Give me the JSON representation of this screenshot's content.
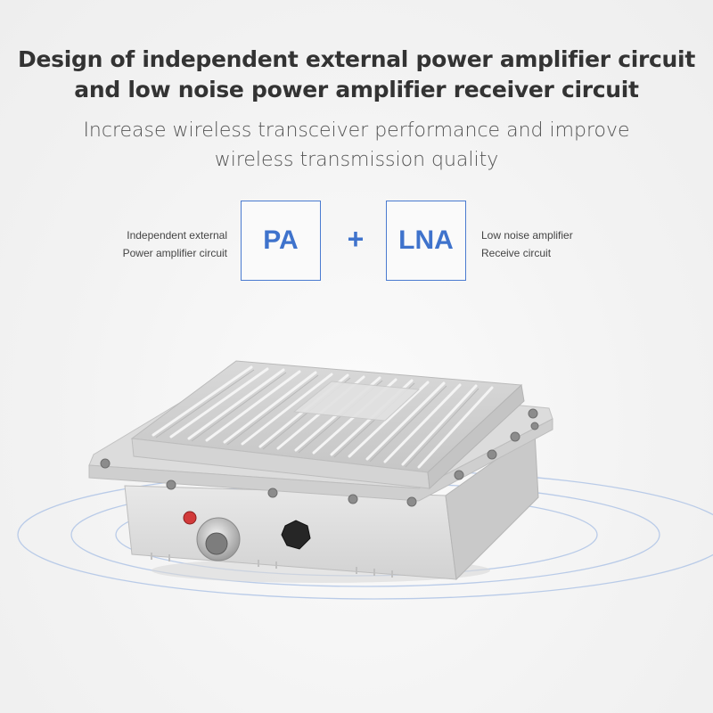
{
  "heading": {
    "line1": "Design of independent external power amplifier circuit",
    "line2": "and low noise power amplifier receiver circuit"
  },
  "subheading": {
    "line1": "Increase wireless transceiver performance and improve",
    "line2": "wireless transmission quality"
  },
  "left_caption": {
    "line1": "Independent external",
    "line2": "Power amplifier circuit"
  },
  "right_caption": {
    "line1": "Low noise amplifier",
    "line2": "Receive circuit"
  },
  "boxes": {
    "pa_label": "PA",
    "plus": "+",
    "lna_label": "LNA"
  },
  "colors": {
    "accent": "#3f73cc",
    "title": "#333333",
    "ring": "#b9cbe8"
  },
  "device_icon": "outdoor-access-point-device-icon"
}
